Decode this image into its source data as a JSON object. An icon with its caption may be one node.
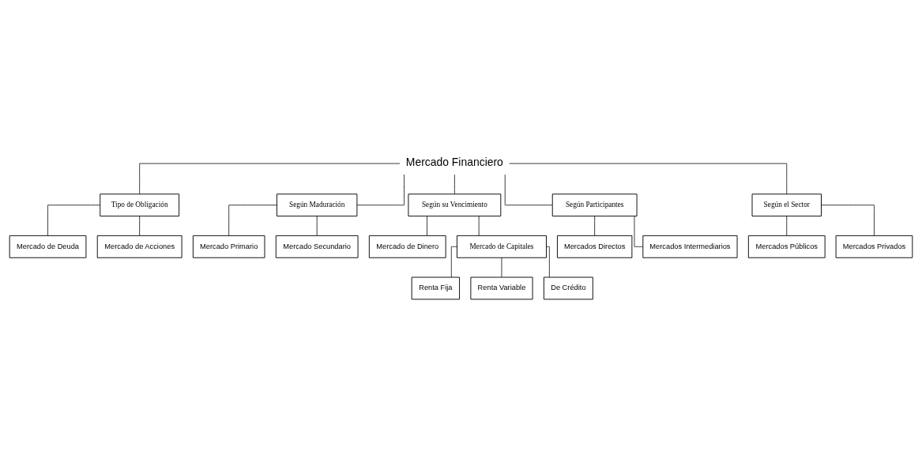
{
  "diagram": {
    "nodes": [
      {
        "text": [
          "Mercado Financiero"
        ]
      },
      {
        "text": [
          "Tipo de Obligación"
        ]
      },
      {
        "text": [
          "Mercado de Deuda"
        ]
      },
      {
        "text": [
          "Mercado de Acciones"
        ]
      },
      {
        "text": [
          "Según Maduración"
        ]
      },
      {
        "text": [
          "Mercado Primario"
        ]
      },
      {
        "text": [
          "Mercado Secundario"
        ]
      },
      {
        "text": [
          "Según su Vencimiento"
        ]
      },
      {
        "text": [
          "Mercado de Dinero"
        ]
      },
      {
        "text": [
          "Mercado de Capitales"
        ]
      },
      {
        "text": [
          "Renta Fija"
        ]
      },
      {
        "text": [
          "Renta Variable"
        ]
      },
      {
        "text": [
          "De Crédito"
        ]
      },
      {
        "text": [
          "Según Participantes"
        ]
      },
      {
        "text": [
          "Mercados Directos"
        ]
      },
      {
        "text": [
          "Mercados Intermediarios"
        ]
      },
      {
        "text": [
          "Según el Sector"
        ]
      },
      {
        "text": [
          "Mercados Públicos"
        ]
      },
      {
        "text": [
          "Mercados Privados"
        ]
      }
    ],
    "edges": [
      {
        "from": 0,
        "to": 1,
        "arrow": "none"
      },
      {
        "from": 0,
        "to": 4,
        "arrow": "none"
      },
      {
        "from": 0,
        "to": 7,
        "arrow": "none"
      },
      {
        "from": 0,
        "to": 13,
        "arrow": "none"
      },
      {
        "from": 0,
        "to": 16,
        "arrow": "none"
      },
      {
        "from": 1,
        "to": 2,
        "arrow": "none"
      },
      {
        "from": 1,
        "to": 3,
        "arrow": "none"
      },
      {
        "from": 4,
        "to": 5,
        "arrow": "none"
      },
      {
        "from": 4,
        "to": 6,
        "arrow": "none"
      },
      {
        "from": 7,
        "to": 8,
        "arrow": "none"
      },
      {
        "from": 7,
        "to": 9,
        "arrow": "none"
      },
      {
        "from": 9,
        "to": 10,
        "arrow": "none"
      },
      {
        "from": 9,
        "to": 11,
        "arrow": "none"
      },
      {
        "from": 9,
        "to": 12,
        "arrow": "none"
      },
      {
        "from": 13,
        "to": 14,
        "arrow": "none"
      },
      {
        "from": 13,
        "to": 15,
        "arrow": "none"
      },
      {
        "from": 16,
        "to": 17,
        "arrow": "none"
      },
      {
        "from": 16,
        "to": 18,
        "arrow": "none"
      }
    ]
  }
}
